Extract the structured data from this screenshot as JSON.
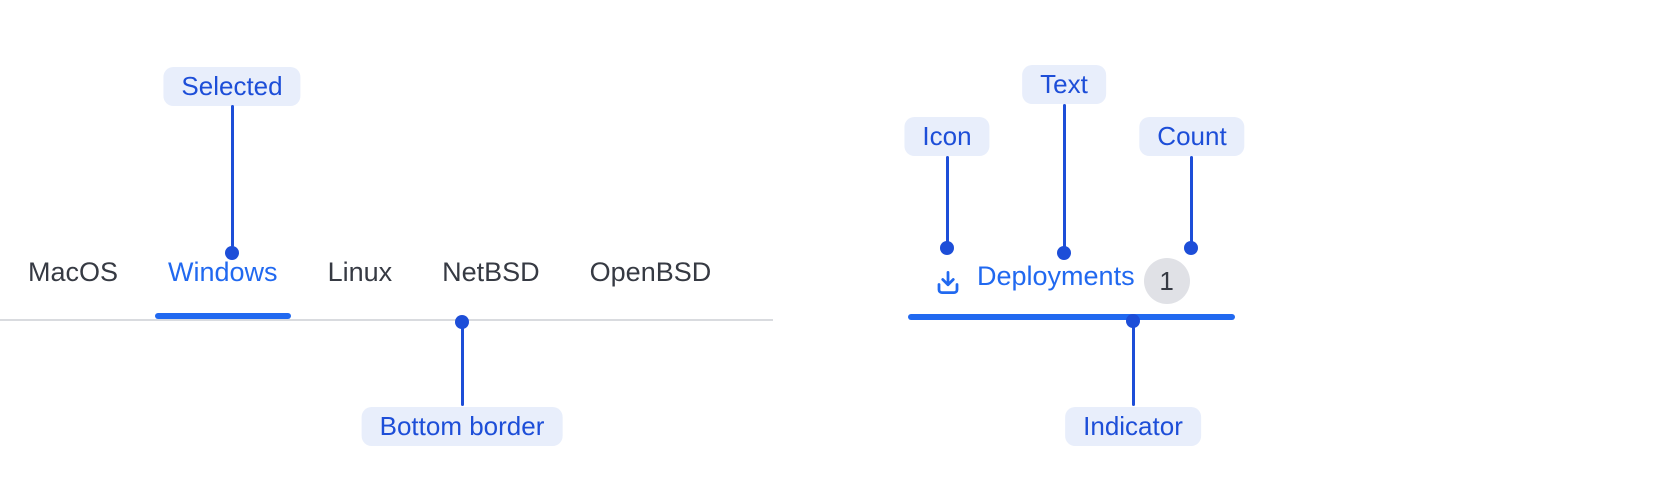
{
  "colors": {
    "accent_blue": "#2169f0",
    "annotation_blue": "#1d4ed8",
    "annotation_badge_bg": "#e8eefb",
    "tab_text_gray": "#363a43",
    "divider_gray": "#d9dbdf",
    "count_badge_bg": "#e0e1e6"
  },
  "tabs_example": {
    "tabs": [
      {
        "label": "MacOS"
      },
      {
        "label": "Windows"
      },
      {
        "label": "Linux"
      },
      {
        "label": "NetBSD"
      },
      {
        "label": "OpenBSD"
      }
    ],
    "selected_tab": "Windows",
    "callouts": {
      "selected": "Selected",
      "bottom_border": "Bottom border"
    }
  },
  "anatomy_example": {
    "tab": {
      "icon": "download-icon",
      "label": "Deployments",
      "count": "1"
    },
    "callouts": {
      "icon": "Icon",
      "text": "Text",
      "count": "Count",
      "indicator": "Indicator"
    }
  }
}
